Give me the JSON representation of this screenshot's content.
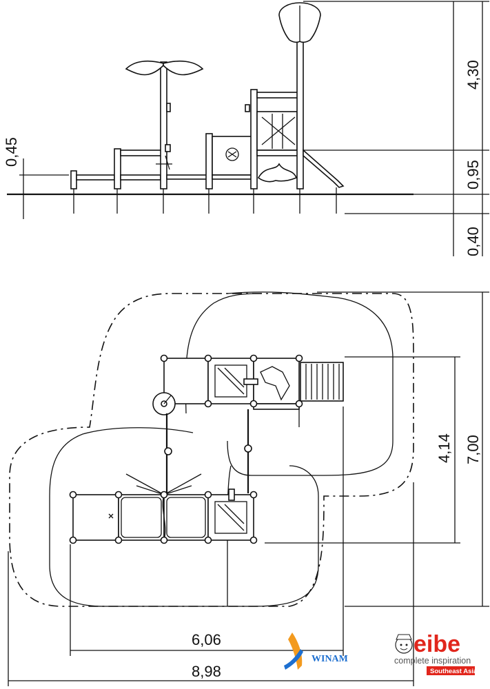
{
  "dimensions": {
    "h_total": "4,30",
    "h_platform": "0,95",
    "h_foundation": "0,40",
    "h_low_platform": "0,45",
    "width_inner": "4,14",
    "width_outer": "7,00",
    "length_inner": "6,06",
    "length_outer": "8,98"
  },
  "logos": {
    "winam": "WINAM",
    "eibe_name": "eibe",
    "eibe_tagline": "complete inspiration",
    "eibe_region": "Southeast Asia"
  },
  "colors": {
    "line": "#111111",
    "brand_red": "#e1261c",
    "winam_blue": "#1d6fd0",
    "winam_orange": "#f39a1e"
  }
}
